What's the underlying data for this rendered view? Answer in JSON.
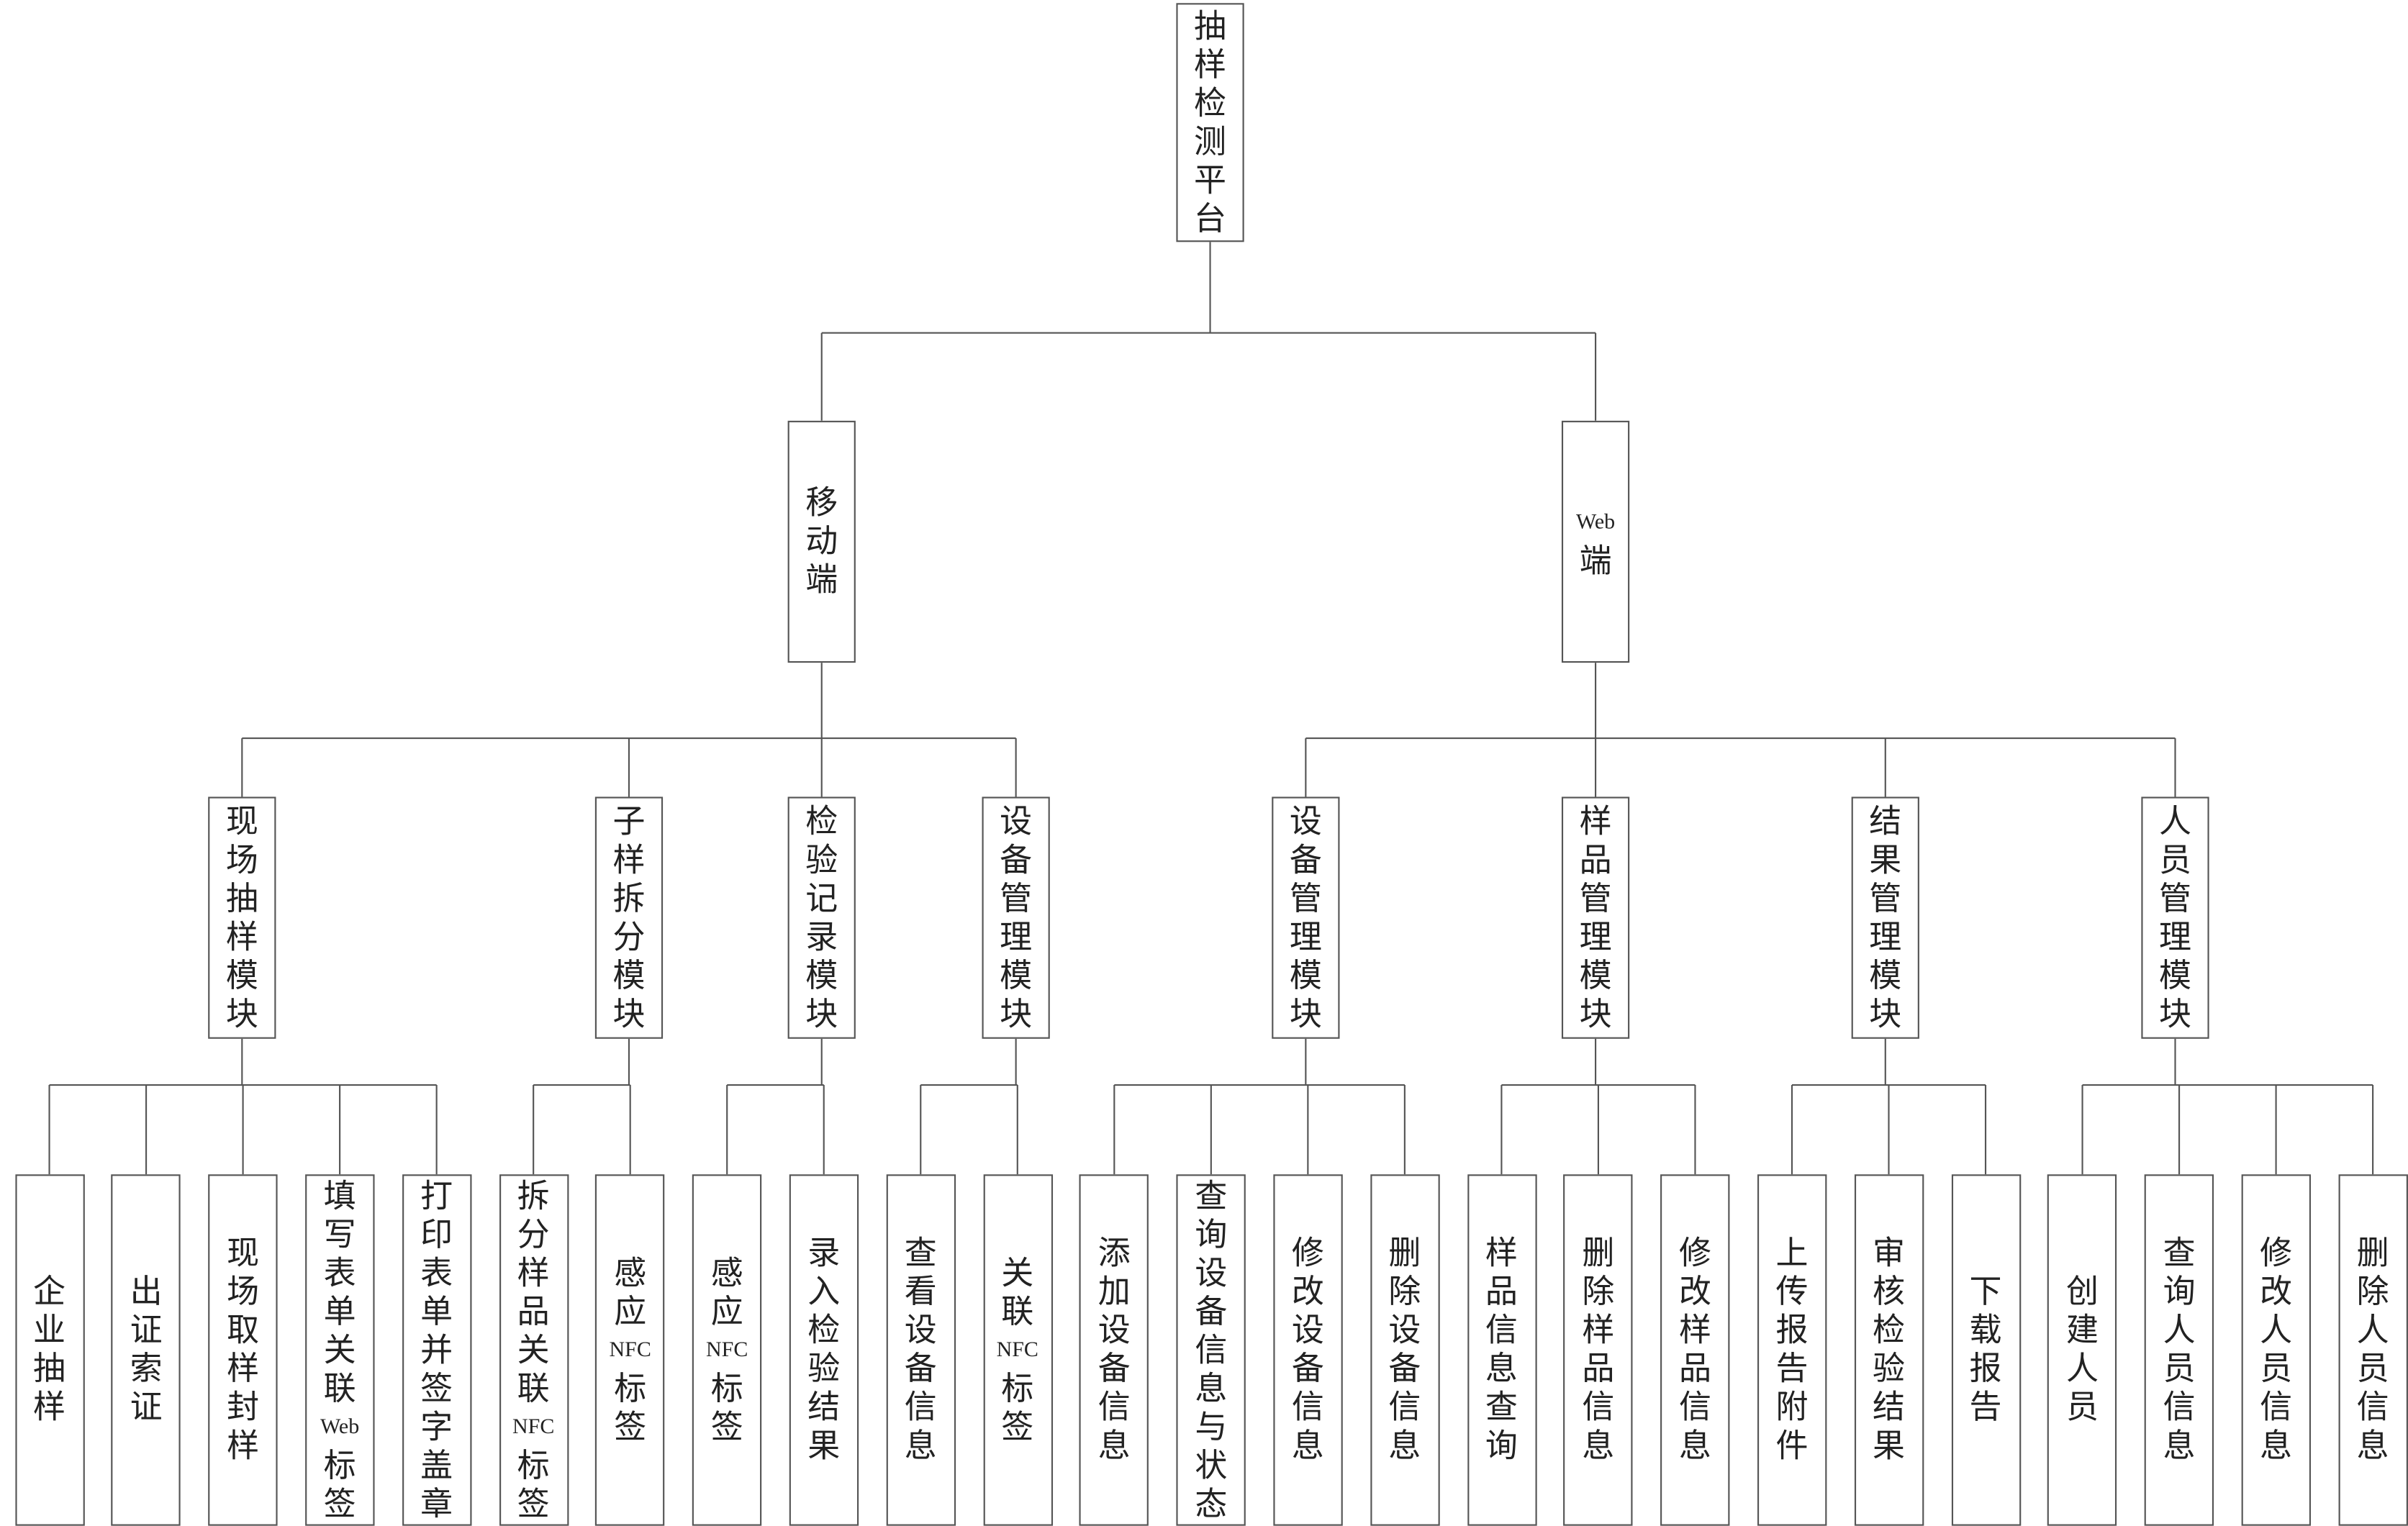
{
  "root": {
    "label": "抽样检测平台",
    "children": [
      {
        "label": "移动端",
        "children": [
          {
            "label": "现场抽样模块",
            "children": [
              "企业抽样",
              "出证索证",
              "现场取样封样",
              "填写表单关联Web标签",
              "打印表单并签字盖章"
            ]
          },
          {
            "label": "子样拆分模块",
            "children": [
              "拆分样品关联NFC标签",
              "感应NFC标签"
            ]
          },
          {
            "label": "检验记录模块",
            "children": [
              "感应NFC标签",
              "录入检验结果"
            ]
          },
          {
            "label": "设备管理模块",
            "children": [
              "查看设备信息",
              "关联NFC标签"
            ]
          }
        ]
      },
      {
        "label": "Web端",
        "children": [
          {
            "label": "设备管理模块",
            "children": [
              "添加设备信息",
              "查询设备信息与状态",
              "修改设备信息",
              "删除设备信息"
            ]
          },
          {
            "label": "样品管理模块",
            "children": [
              "样品信息查询",
              "删除样品信息",
              "修改样品信息"
            ]
          },
          {
            "label": "结果管理模块",
            "children": [
              "上传报告附件",
              "审核检验结果",
              "下载报告"
            ]
          },
          {
            "label": "人员管理模块",
            "children": [
              "创建人员",
              "查询人员信息",
              "修改人员信息",
              "删除人员信息"
            ]
          }
        ]
      }
    ]
  }
}
